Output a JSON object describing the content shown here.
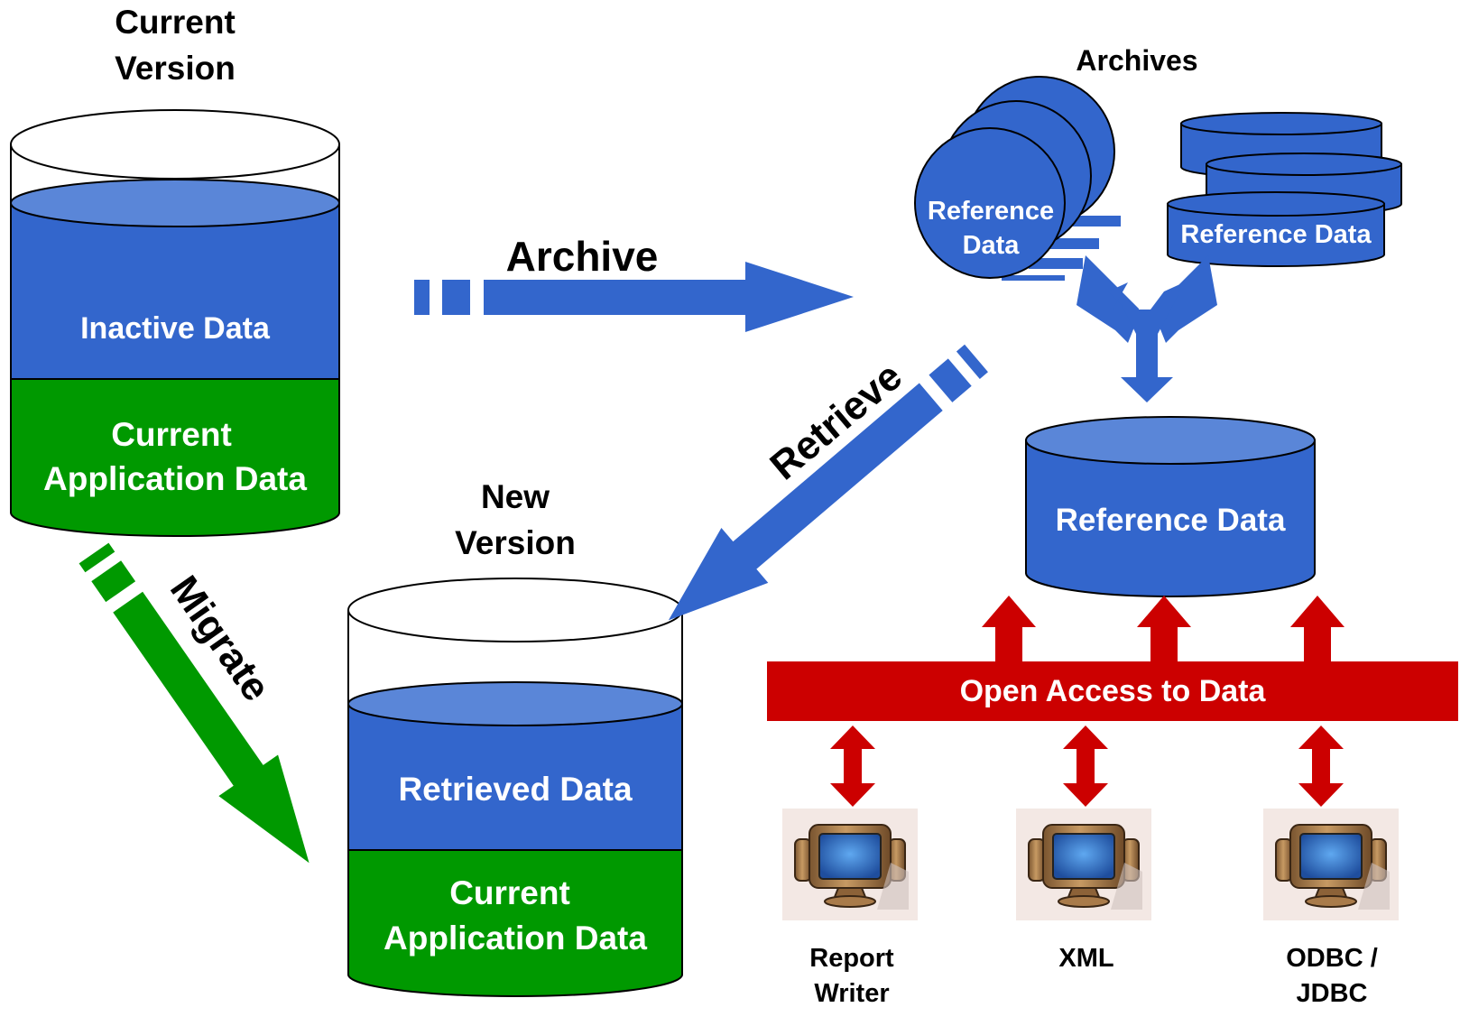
{
  "colors": {
    "blue": "#3366CC",
    "blue_top": "#5A86D8",
    "green": "#009900",
    "red": "#CC0000",
    "black": "#000000",
    "white": "#ffffff",
    "icon_bg": "#F3E8E4"
  },
  "current_version": {
    "title_line1": "Current",
    "title_line2": "Version",
    "inactive": "Inactive Data",
    "app_line1": "Current",
    "app_line2": "Application Data"
  },
  "new_version": {
    "title_line1": "New",
    "title_line2": "Version",
    "retrieved": "Retrieved Data",
    "app_line1": "Current",
    "app_line2": "Application Data"
  },
  "archives": {
    "title": "Archives",
    "disk_line1": "Reference",
    "disk_line2": "Data",
    "stack_label": "Reference Data"
  },
  "reference_db": {
    "label": "Reference Data"
  },
  "flows": {
    "archive": "Archive",
    "retrieve": "Retrieve",
    "migrate": "Migrate"
  },
  "open_access": {
    "label": "Open Access to Data"
  },
  "clients": [
    {
      "line1": "Report",
      "line2": "Writer",
      "icon": "computer-icon"
    },
    {
      "line1": "XML",
      "line2": "",
      "icon": "computer-icon"
    },
    {
      "line1": "ODBC /",
      "line2": "JDBC",
      "icon": "computer-icon"
    }
  ]
}
